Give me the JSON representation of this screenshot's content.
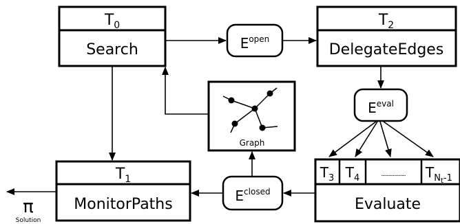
{
  "nodes": {
    "search": {
      "thread": "T",
      "thread_sub": "0",
      "label": "Search"
    },
    "delegate": {
      "thread": "T",
      "thread_sub": "2",
      "label": "DelegateEdges"
    },
    "monitor": {
      "thread": "T",
      "thread_sub": "1",
      "label": "MonitorPaths"
    },
    "evaluate": {
      "label": "Evaluate",
      "cells": [
        {
          "thread": "T",
          "thread_sub": "3"
        },
        {
          "thread": "T",
          "thread_sub": "4"
        },
        {
          "dots": "..................."
        },
        {
          "thread": "T",
          "thread_sub": "N",
          "thread_subsub": "t",
          "thread_sub_tail": "-1"
        }
      ]
    }
  },
  "queues": {
    "open": {
      "base": "E",
      "sup": "open"
    },
    "eval": {
      "base": "E",
      "sup": "eval"
    },
    "closed": {
      "base": "E",
      "sup": "closed"
    }
  },
  "graph": {
    "label": "Graph"
  },
  "solution": {
    "symbol": "π",
    "label": "Solution"
  }
}
